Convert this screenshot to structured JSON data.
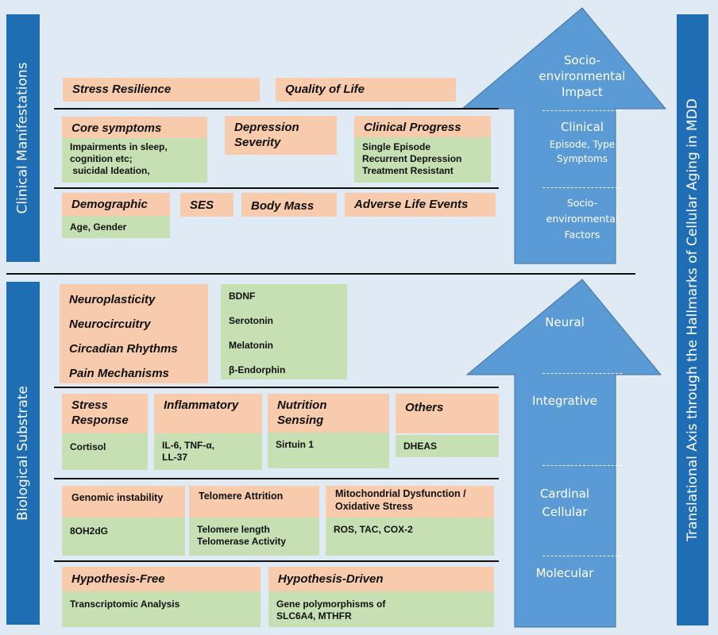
{
  "side_labels": {
    "clinical": "Clinical Manifestations",
    "biological": "Biological Substrate",
    "axis": "Translational Axis through the Hallmarks of Cellular Aging in MDD"
  },
  "colors": {
    "bar": "#1f6db3",
    "arrow": "#5b9bd5",
    "header_box": "#f8cbad",
    "detail_box": "#c6e0b4",
    "background": "#dfeaf5"
  },
  "upper_arrow": {
    "impact": [
      "Socio-",
      "environmental",
      "Impact"
    ],
    "clinical": "Clinical",
    "clinical_sub": [
      "Episode, Type",
      "Symptoms"
    ],
    "factors": [
      "Socio-",
      "environmental",
      "Factors"
    ]
  },
  "lower_arrow": {
    "levels": [
      "Neural",
      "Integrative",
      "Cardinal",
      "Cellular",
      "Molecular"
    ]
  },
  "clinical": {
    "row1": [
      "Stress  Resilience",
      "Quality of Life"
    ],
    "core": {
      "title": "Core symptoms",
      "items": [
        "Impairments in sleep,",
        "cognition etc;",
        " suicidal Ideation,"
      ]
    },
    "severity": {
      "title": [
        "Depression",
        "Severity"
      ]
    },
    "progress": {
      "title": "Clinical Progress",
      "items": [
        "Single Episode",
        "Recurrent Depression",
        "Treatment Resistant"
      ]
    },
    "demographic": {
      "title": "Demographic",
      "items": "Age, Gender"
    },
    "ses": "SES",
    "body_mass": "Body Mass",
    "adverse": "Adverse Life Events"
  },
  "biological": {
    "neural": {
      "titles": [
        "Neuroplasticity",
        "Neurocircuitry",
        "Circadian  Rhythms",
        "Pain Mechanisms"
      ],
      "markers": [
        "BDNF",
        "Serotonin",
        "Melatonin",
        "β-Endorphin"
      ]
    },
    "integrative": [
      {
        "title": [
          "Stress",
          "Response"
        ],
        "items": [
          "Cortisol"
        ]
      },
      {
        "title": [
          "Inflammatory"
        ],
        "items": [
          "IL-6, TNF-α,",
          "LL-37"
        ]
      },
      {
        "title": [
          "Nutrition",
          "Sensing"
        ],
        "items": [
          "Sirtuin 1"
        ]
      },
      {
        "title": [
          "Others"
        ],
        "items": [
          "DHEAS"
        ]
      }
    ],
    "cellular": [
      {
        "title": [
          "Genomic instability"
        ],
        "items": [
          "8OH2dG"
        ]
      },
      {
        "title": [
          "Telomere Attrition"
        ],
        "items": [
          "Telomere length",
          "Telomerase Activity"
        ]
      },
      {
        "title": [
          "Mitochondrial Dysfunction /",
          "Oxidative Stress"
        ],
        "items": [
          "ROS, TAC, COX-2"
        ]
      }
    ],
    "molecular": [
      {
        "title": "Hypothesis-Free",
        "items": [
          "Transcriptomic Analysis"
        ]
      },
      {
        "title": "Hypothesis-Driven",
        "items": [
          "Gene polymorphisms of",
          "SLC6A4, MTHFR"
        ]
      }
    ]
  }
}
